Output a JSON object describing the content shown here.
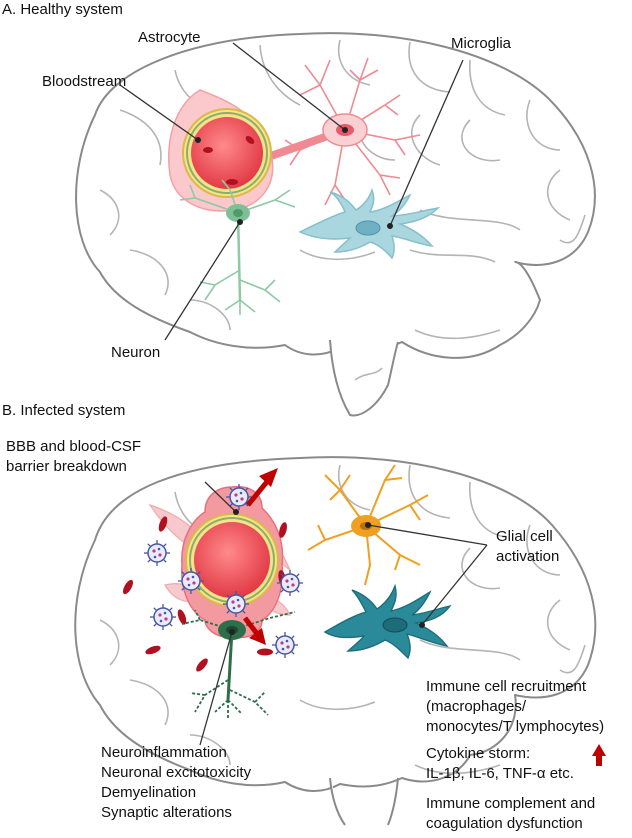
{
  "panel_a": {
    "title": "A. Healthy system",
    "labels": {
      "astrocyte": "Astrocyte",
      "microglia": "Microglia",
      "bloodstream": "Bloodstream",
      "neuron": "Neuron"
    }
  },
  "panel_b": {
    "title": "B. Infected system",
    "labels": {
      "barrier_line1": "BBB and blood-CSF",
      "barrier_line2": "barrier breakdown",
      "glial_line1": "Glial cell",
      "glial_line2": "activation",
      "immune_line1": "Immune cell recruitment",
      "immune_line2": "(macrophages/",
      "immune_line3": "monocytes/T lymphocytes)",
      "cytokine_line1": "Cytokine storm:",
      "cytokine_line2": "IL-1β, IL-6, TNF-α etc.",
      "complement_line1": "Immune complement and",
      "complement_line2": "coagulation dysfunction",
      "effects": [
        "Neuroinflammation",
        "Neuronal excitotoxicity",
        "Demyelination",
        "Synaptic alterations"
      ]
    }
  },
  "colors": {
    "brain_outline": "#8a8a8a",
    "astrocyte_healthy": "#f4a7ad",
    "microglia_healthy": "#a9d6df",
    "neuron_healthy": "#8fc9a3",
    "blood_vessel": "#e8505b",
    "astrocyte_activated": "#f0a020",
    "microglia_activated": "#2a8a9a",
    "neuron_infected": "#2f6e4a",
    "virus": "#5560b0",
    "arrow": "#c00000"
  }
}
